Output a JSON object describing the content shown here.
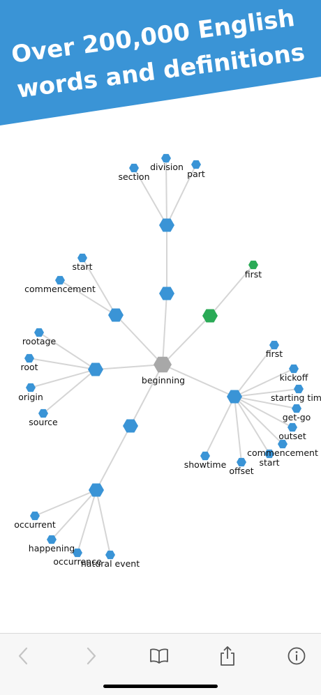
{
  "banner": {
    "line1": "Over 200,000 English",
    "line2": "words and definitions",
    "color": "#3a94d6"
  },
  "colors": {
    "node_blue": "#3a94d6",
    "node_green": "#2aaa56",
    "node_center": "#a8a8a8",
    "edge": "#d5d5d5"
  },
  "graph": {
    "center": "beginning",
    "labels": {
      "section": "section",
      "division": "division",
      "part": "part",
      "start": "start",
      "commencement": "commencement",
      "first": "first",
      "rootage": "rootage",
      "root": "root",
      "origin": "origin",
      "source": "source",
      "beginning": "beginning",
      "first2": "first",
      "kickoff": "kickoff",
      "starting_time": "starting time",
      "get_go": "get-go",
      "outset": "outset",
      "commencement2": "commencement",
      "start2": "start",
      "showtime": "showtime",
      "offset": "offset",
      "occurrent": "occurrent",
      "happening": "happening",
      "occurrence": "occurrence",
      "natural_event": "natural event"
    }
  },
  "toolbar": {
    "back_icon": "chevron-left-icon",
    "forward_icon": "chevron-right-icon",
    "book_icon": "book-icon",
    "share_icon": "share-icon",
    "info_icon": "info-icon"
  }
}
